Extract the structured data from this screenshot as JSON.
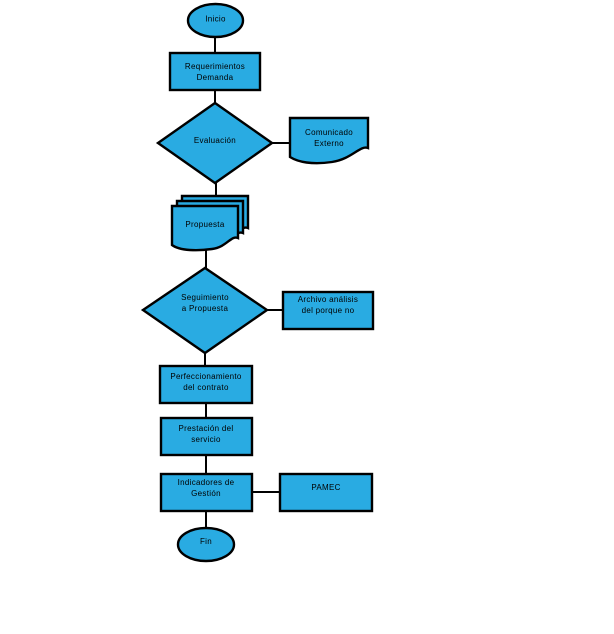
{
  "diagram": {
    "type": "flowchart",
    "language": "es",
    "colors": {
      "node_fill": "#29ABE2",
      "stroke": "#000000",
      "text": "#000000",
      "background": "#FFFFFF"
    },
    "nodes": {
      "inicio": {
        "shape": "terminator",
        "label": [
          "Inicio"
        ]
      },
      "requerimientos_demanda": {
        "shape": "process",
        "label": [
          "Requerimientos",
          "Demanda"
        ]
      },
      "evaluacion": {
        "shape": "decision",
        "label": [
          "Evaluación"
        ]
      },
      "comunicado_externo": {
        "shape": "document",
        "label": [
          "Comunicado",
          "Externo"
        ]
      },
      "propuesta": {
        "shape": "multi-document",
        "label": [
          "Propuesta"
        ]
      },
      "seguimiento_a_propuesta": {
        "shape": "decision",
        "label": [
          "Seguimiento",
          "a Propuesta"
        ]
      },
      "archivo_analisis": {
        "shape": "process",
        "label": [
          "Archivo análisis",
          "del porque no"
        ]
      },
      "perfeccionamiento_contrato": {
        "shape": "process",
        "label": [
          "Perfeccionamiento",
          "del contrato"
        ]
      },
      "prestacion_servicio": {
        "shape": "process",
        "label": [
          "Prestación del",
          "servicio"
        ]
      },
      "indicadores_gestion": {
        "shape": "process",
        "label": [
          "Indicadores de",
          "Gestión"
        ]
      },
      "pamec": {
        "shape": "process",
        "label": [
          "PAMEC"
        ]
      },
      "fin": {
        "shape": "terminator",
        "label": [
          "Fin"
        ]
      }
    },
    "edges": [
      {
        "from": "inicio",
        "to": "requerimientos_demanda"
      },
      {
        "from": "requerimientos_demanda",
        "to": "evaluacion"
      },
      {
        "from": "evaluacion",
        "to": "comunicado_externo"
      },
      {
        "from": "evaluacion",
        "to": "propuesta"
      },
      {
        "from": "propuesta",
        "to": "seguimiento_a_propuesta"
      },
      {
        "from": "seguimiento_a_propuesta",
        "to": "archivo_analisis"
      },
      {
        "from": "seguimiento_a_propuesta",
        "to": "perfeccionamiento_contrato"
      },
      {
        "from": "perfeccionamiento_contrato",
        "to": "prestacion_servicio"
      },
      {
        "from": "prestacion_servicio",
        "to": "indicadores_gestion"
      },
      {
        "from": "indicadores_gestion",
        "to": "pamec"
      },
      {
        "from": "indicadores_gestion",
        "to": "fin"
      }
    ]
  }
}
